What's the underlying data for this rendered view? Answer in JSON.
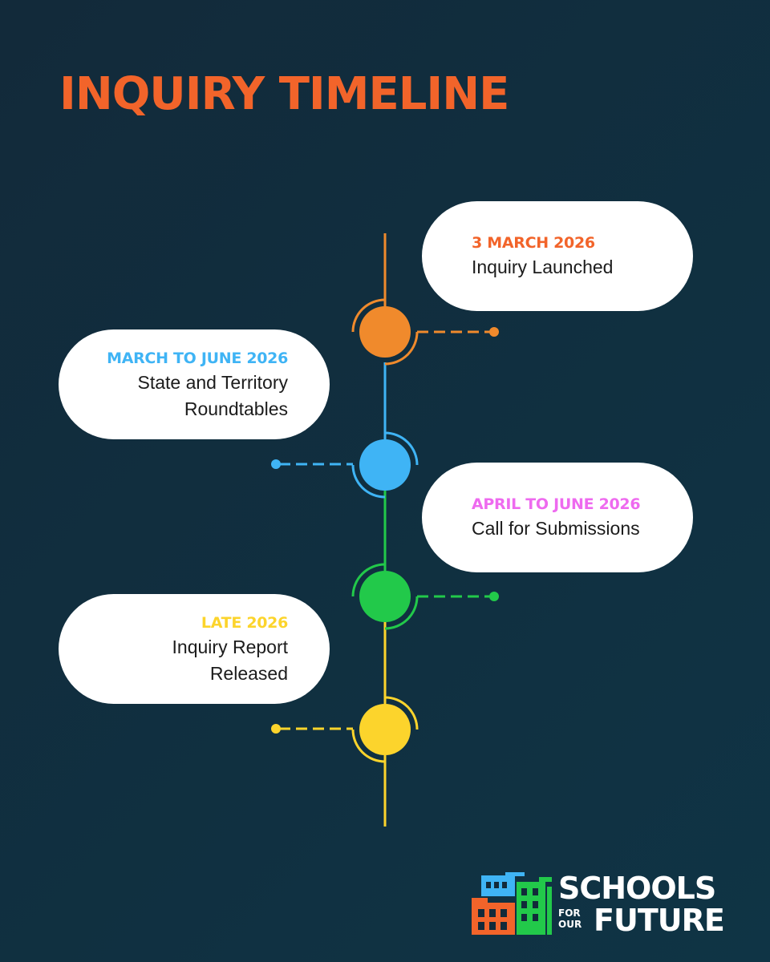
{
  "title": "INQUIRY TIMELINE",
  "colors": {
    "background": "#122a3a",
    "title": "#f2642a",
    "orange": "#f08a2c",
    "blue": "#3fb4f5",
    "green": "#22c94a",
    "yellow": "#fcd42c",
    "pink": "#ee6aef",
    "card": "#ffffff"
  },
  "events": [
    {
      "date": "3 MARCH 2026",
      "label": "Inquiry Launched",
      "date_color": "#f2642a"
    },
    {
      "date": "MARCH TO JUNE 2026",
      "label": "State and Territory\nRoundtables",
      "date_color": "#3fb4f5"
    },
    {
      "date": "APRIL TO JUNE 2026",
      "label": "Call for Submissions",
      "date_color": "#ee6aef"
    },
    {
      "date": "LATE 2026",
      "label": "Inquiry Report\nReleased",
      "date_color": "#fcd42c"
    }
  ],
  "logo": {
    "line1": "SCHOOLS",
    "small_line1": "FOR",
    "small_line2": "OUR",
    "line2": "FUTURE"
  }
}
